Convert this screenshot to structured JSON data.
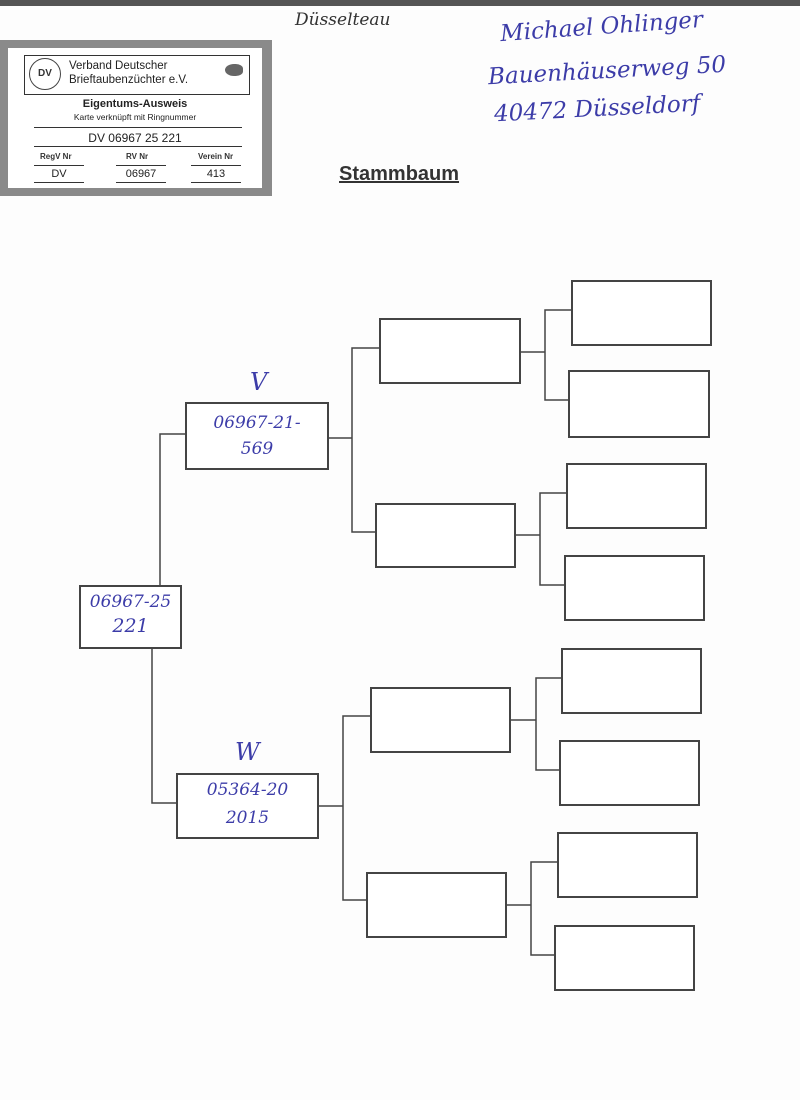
{
  "card": {
    "org_line1": "Verband Deutscher",
    "org_line2": "Brieftaubenzüchter e.V.",
    "logo_text": "DV",
    "heading": "Eigentums-Ausweis",
    "subheading": "Karte verknüpft mit Ringnummer",
    "ring_number": "DV 06967 25 221",
    "fields": [
      {
        "label": "RegV Nr",
        "value": "DV"
      },
      {
        "label": "RV Nr",
        "value": "06967"
      },
      {
        "label": "Verein Nr",
        "value": "413"
      }
    ]
  },
  "handwritten": {
    "note": "Düsselteau",
    "owner_name": "Michael Ohlinger",
    "owner_street": "Bauenhäuserweg 50",
    "owner_city": "40472 Düsseldorf"
  },
  "title": "Stammbaum",
  "pedigree": {
    "root": {
      "line1": "06967-25",
      "line2": "221"
    },
    "father": {
      "mark": "V",
      "line1": "06967-21-",
      "line2": "569"
    },
    "mother": {
      "mark": "W",
      "line1": "05364-20",
      "line2": "2015"
    }
  }
}
